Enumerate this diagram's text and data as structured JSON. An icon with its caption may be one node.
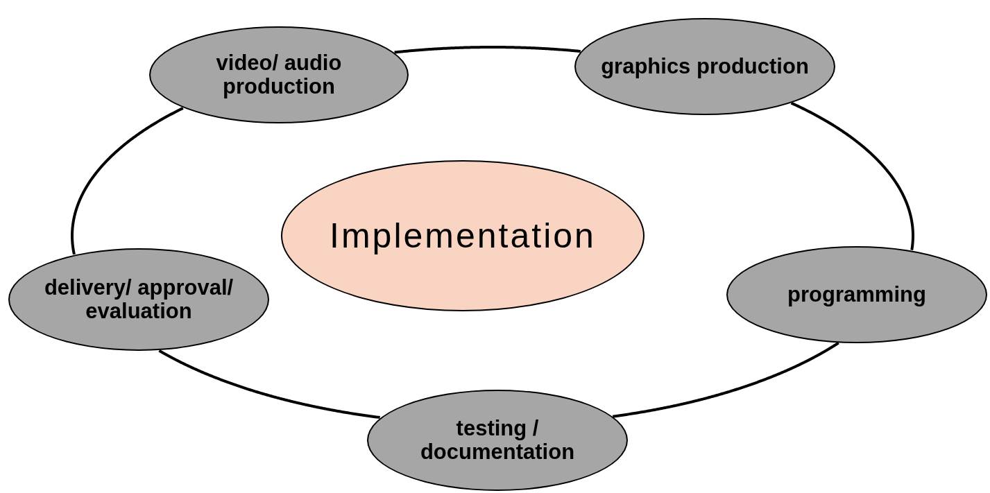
{
  "diagram": {
    "nodes": [
      {
        "text": [
          "video/ audio production"
        ]
      },
      {
        "text": [
          "graphics production"
        ]
      },
      {
        "text": [
          "Implementation"
        ]
      },
      {
        "text": [
          "programming"
        ]
      },
      {
        "text": [
          "delivery/ approval/ evaluation"
        ]
      },
      {
        "text": [
          "testing / documentation"
        ]
      }
    ],
    "edges": [
      {
        "from": 0,
        "to": 1,
        "arrow": "none"
      },
      {
        "from": 1,
        "to": 3,
        "arrow": "none"
      },
      {
        "from": 3,
        "to": 5,
        "arrow": "none"
      },
      {
        "from": 5,
        "to": 4,
        "arrow": "none"
      },
      {
        "from": 4,
        "to": 0,
        "arrow": "none"
      }
    ]
  }
}
